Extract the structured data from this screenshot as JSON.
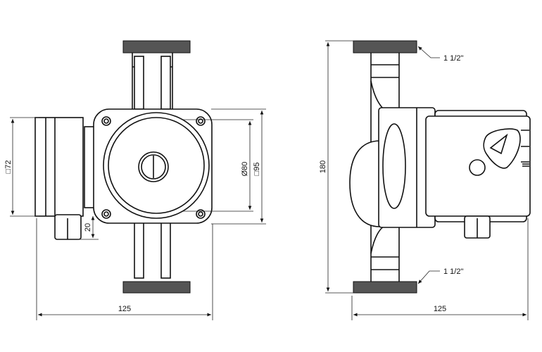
{
  "front_view": {
    "dim_motor_square": "□72",
    "dim_terminal": "20",
    "dim_volute_diameter": "Ø80",
    "dim_body_square": "□95",
    "dim_width": "125"
  },
  "side_view": {
    "dim_height": "180",
    "thread_top": "1 1/2\"",
    "thread_bottom": "1 1/2\"",
    "dim_width": "125"
  }
}
